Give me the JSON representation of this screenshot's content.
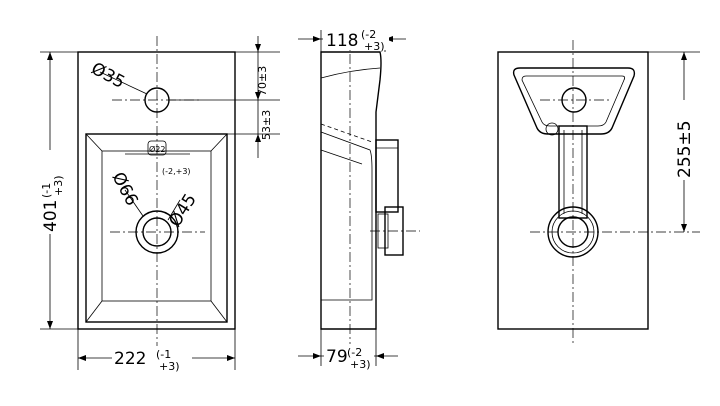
{
  "front_view": {
    "width_label": "222",
    "width_tol_top": "(-1",
    "width_tol_bottom": "+3)",
    "height_label": "401",
    "height_tol_top": "(-1",
    "height_tol_bottom": "+3)",
    "tap_hole_label": "Ø35",
    "overflow_label": "Ø22",
    "overflow_tol": "(-2,+3)",
    "waste_outer_label": "Ø66",
    "waste_inner_label": "Ø45",
    "tap_offset_label": "70±3",
    "bowl_offset_label": "53±3"
  },
  "side_view": {
    "depth_top_label": "118",
    "depth_top_tol_top": "(-2",
    "depth_top_tol_bottom": "+3)",
    "depth_bottom_label": "79",
    "depth_bottom_tol_top": "(-2",
    "depth_bottom_tol_bottom": "+3)"
  },
  "rear_view": {
    "waste_height_label": "255±5"
  }
}
